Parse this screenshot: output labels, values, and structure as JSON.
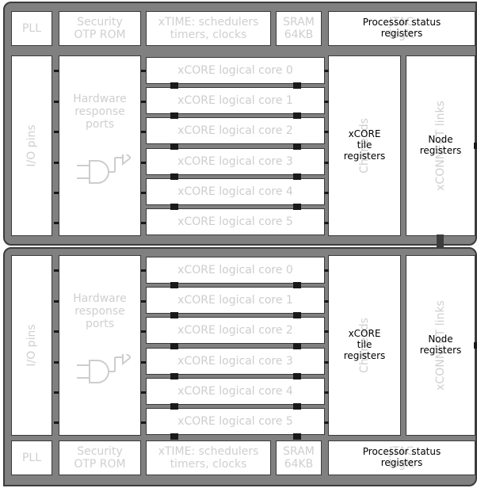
{
  "labels": {
    "pll": "PLL",
    "security_otp_rom": "Security\nOTP ROM",
    "xtime": "xTIME: schedulers\ntimers, clocks",
    "sram": "SRAM\n64KB",
    "jtag_bg": "JTAG\nlogic",
    "processor_status_registers": "Processor status\nregisters",
    "io_pins": "I/O pins",
    "hardware_response_ports": "Hardware\nresponse\nports",
    "channels_bg": "Chanends",
    "xcore_tile_registers": "xCORE\ntile\nregisters",
    "xconnect_links_bg": "xCONNECT links",
    "node_registers": "Node\nregisters"
  },
  "cores": [
    "xCORE logical core 0",
    "xCORE logical core 1",
    "xCORE logical core 2",
    "xCORE logical core 3",
    "xCORE logical core 4",
    "xCORE logical core 5"
  ],
  "colors": {
    "tile_fill": "#808080",
    "box_fill": "#ffffff",
    "faint_text": "#cdcdcd",
    "dark_text": "#000000"
  },
  "icons": [
    "logic-gate-icon"
  ]
}
